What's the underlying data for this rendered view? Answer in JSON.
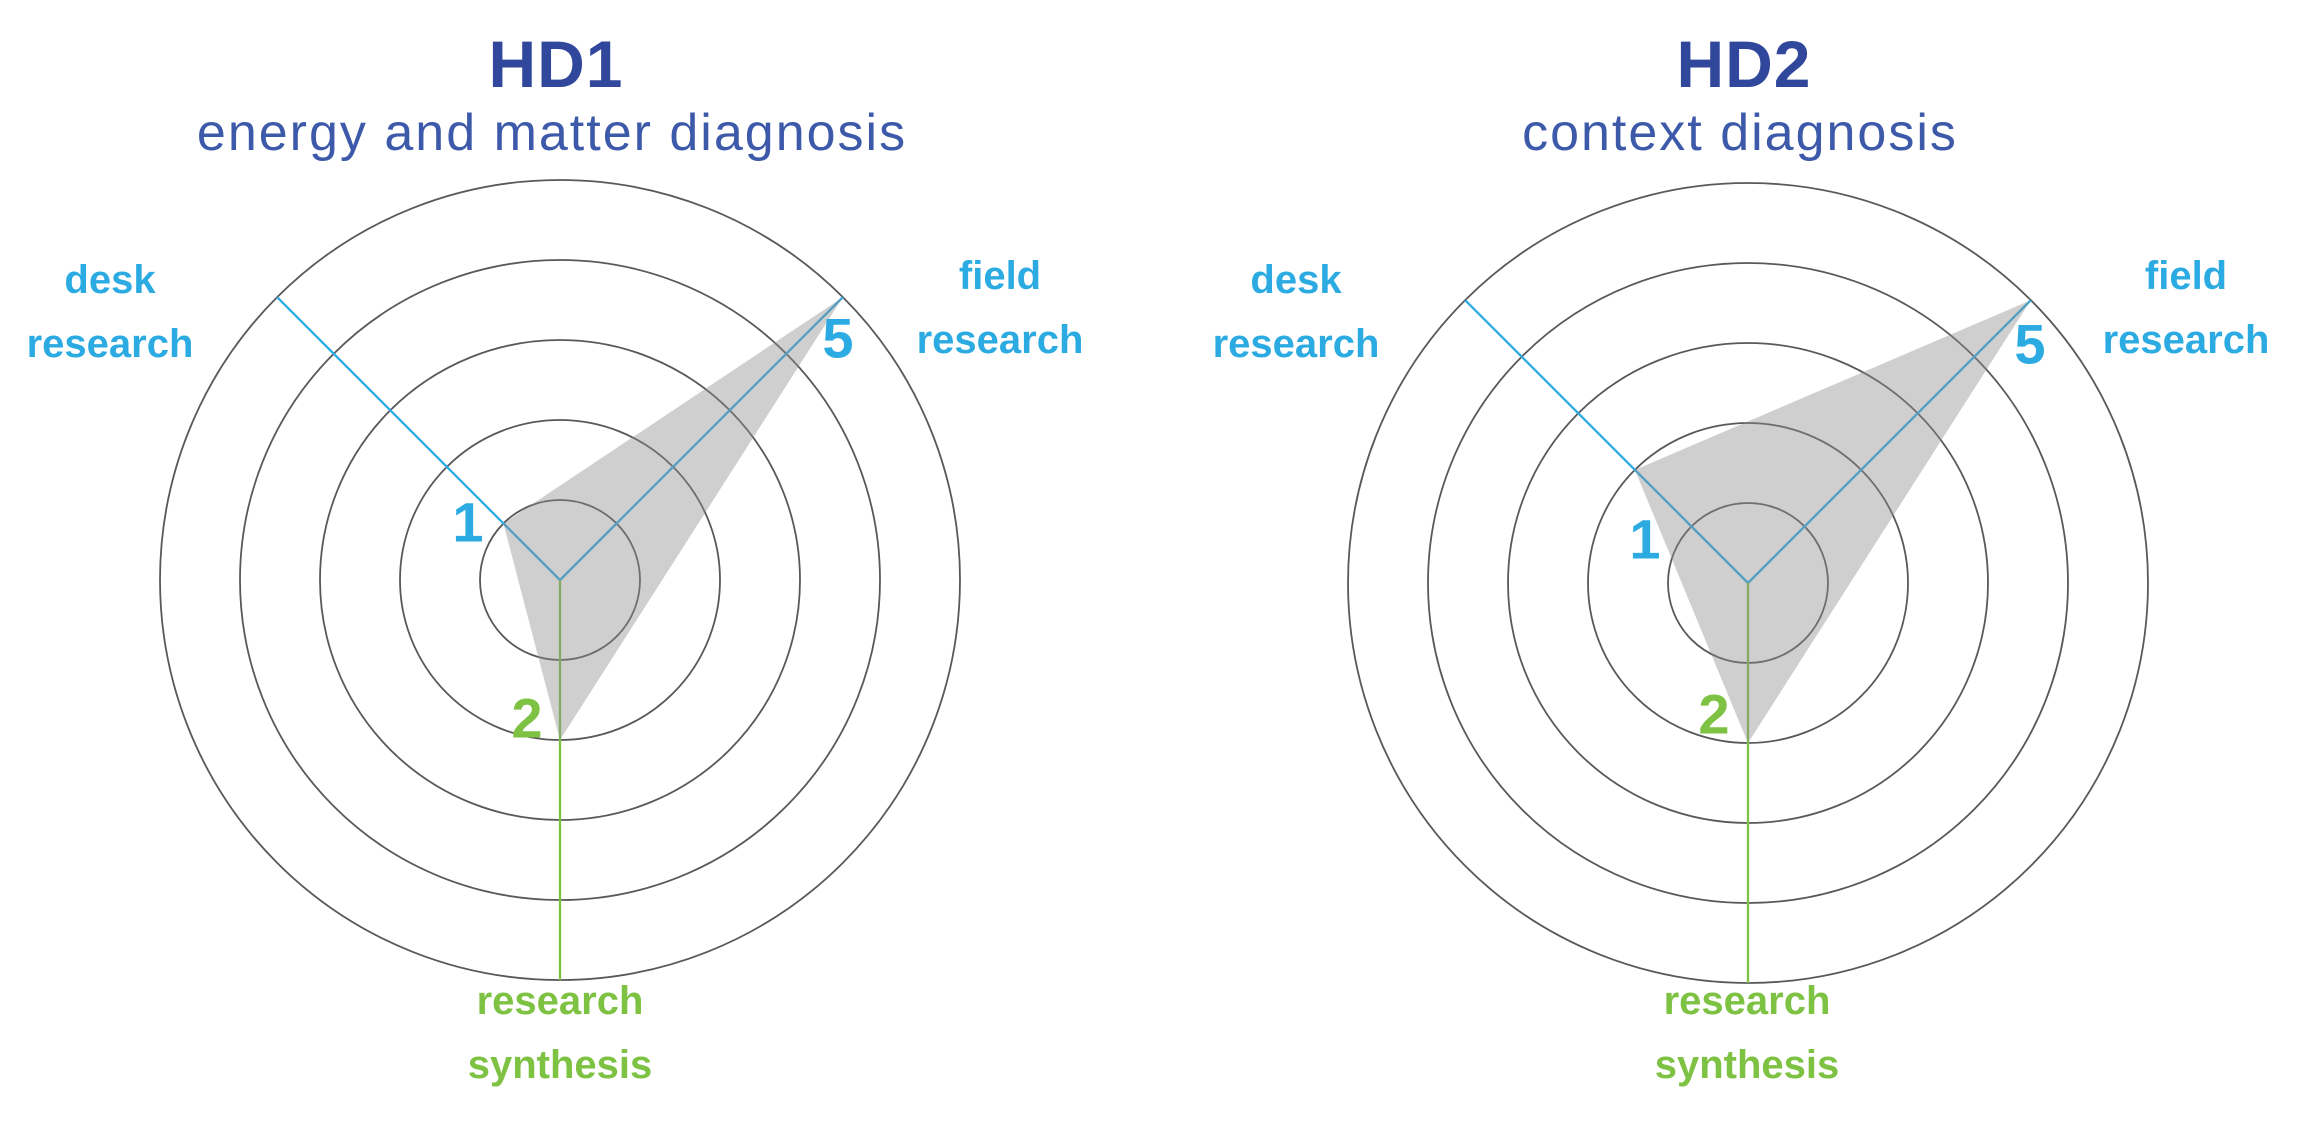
{
  "page": {
    "background": "#ffffff",
    "description_colors": {
      "title_blue": "#31479B",
      "subtitle_blue": "#3D59A9",
      "axis_cyan": "#2CABE2",
      "axis_green": "#7DC242",
      "ring_gray": "#59595B",
      "series_fill_gray": "#8C8C8C",
      "series_fill_opacity": 0.42
    }
  },
  "chart_data": [
    {
      "type": "radar",
      "title": "HD1",
      "subtitle": "energy and matter diagnosis",
      "grid": "concentric-circles",
      "rings": 5,
      "scale_min": 0,
      "scale_max": 5,
      "legend": "none",
      "axes": [
        {
          "id": "desk-research",
          "label": "desk research",
          "lines": [
            "desk",
            "research"
          ],
          "angle_deg": 135,
          "color": "#2CABE2"
        },
        {
          "id": "field-research",
          "label": "field research",
          "lines": [
            "field",
            "research"
          ],
          "angle_deg": 45,
          "color": "#2CABE2"
        },
        {
          "id": "research-synthesis",
          "label": "research synthesis",
          "lines": [
            "research",
            "synthesis"
          ],
          "angle_deg": 270,
          "color": "#7DC242"
        }
      ],
      "values": [
        1,
        5,
        2
      ],
      "point_labels": [
        "1",
        "5",
        "2"
      ]
    },
    {
      "type": "radar",
      "title": "HD2",
      "subtitle": "context diagnosis",
      "grid": "concentric-circles",
      "rings": 5,
      "scale_min": 0,
      "scale_max": 5,
      "legend": "none",
      "axes": [
        {
          "id": "desk-research",
          "label": "desk research",
          "lines": [
            "desk",
            "research"
          ],
          "angle_deg": 135,
          "color": "#2CABE2"
        },
        {
          "id": "field-research",
          "label": "field research",
          "lines": [
            "field",
            "research"
          ],
          "angle_deg": 45,
          "color": "#2CABE2"
        },
        {
          "id": "research-synthesis",
          "label": "research synthesis",
          "lines": [
            "research",
            "synthesis"
          ],
          "angle_deg": 270,
          "color": "#7DC242"
        }
      ],
      "values": [
        2,
        5,
        2
      ],
      "point_labels": [
        "1",
        "5",
        "2"
      ]
    }
  ]
}
